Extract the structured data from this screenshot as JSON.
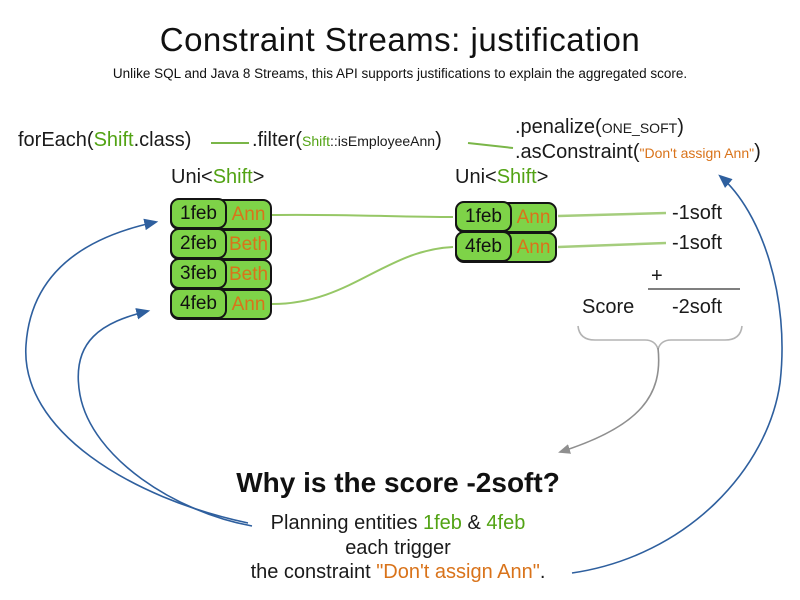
{
  "title": "Constraint Streams: justification",
  "subtitle": "Unlike SQL and Java 8 Streams, this API supports justifications to explain the aggregated score.",
  "code": {
    "foreach_pre": "forEach(",
    "foreach_class": "Shift",
    "foreach_post": ".class)",
    "filter_pre": ".filter(",
    "filter_arg_class": "Shift",
    "filter_arg_rest": "::isEmployeeAnn",
    "filter_post": ")",
    "penalize_pre": ".penalize(",
    "penalize_arg": "ONE_SOFT",
    "penalize_post": ")",
    "asconstraint_pre": ".asConstraint(",
    "asconstraint_arg": "\"Don't assign Ann\"",
    "asconstraint_post": ")"
  },
  "stream_types": {
    "left_pre": "Uni<",
    "left_class": "Shift",
    "left_post": ">",
    "right_pre": "Uni<",
    "right_class": "Shift",
    "right_post": ">"
  },
  "left_table": {
    "rows": [
      {
        "date": "1feb",
        "name": "Ann"
      },
      {
        "date": "2feb",
        "name": "Beth"
      },
      {
        "date": "3feb",
        "name": "Beth"
      },
      {
        "date": "4feb",
        "name": "Ann"
      }
    ]
  },
  "right_table": {
    "rows": [
      {
        "date": "1feb",
        "name": "Ann"
      },
      {
        "date": "4feb",
        "name": "Ann"
      }
    ]
  },
  "score_panel": {
    "match_scores": [
      "-1soft",
      "-1soft"
    ],
    "plus": "+",
    "score_label": "Score",
    "total": "-2soft"
  },
  "why": {
    "heading": "Why is the score -2soft?",
    "line1_pre": "Planning entities ",
    "line1_entity1": "1feb",
    "line1_mid": " & ",
    "line1_entity2": "4feb",
    "line2": "each trigger",
    "line3_pre": "the constraint ",
    "line3_constraint": "\"Don't assign Ann\"",
    "line3_post": "."
  },
  "colors": {
    "green_text": "#52a314",
    "green_fill": "#7ed348",
    "green_line": "#96c766",
    "orange": "#d9731a",
    "blue": "#2e5f9e",
    "gray_arrow": "#8f8f8f",
    "gray_brace": "#b3b3b3",
    "sum_line": "#7f7f7f"
  }
}
